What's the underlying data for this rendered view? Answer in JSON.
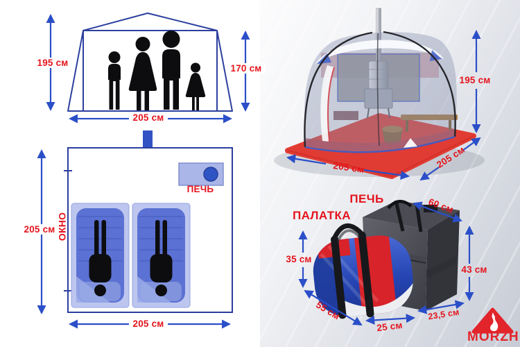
{
  "colors": {
    "accent_red": "#e4141d",
    "arrow_blue": "#2b4fc8",
    "outline_navy": "#2c3f9e",
    "skirt_red": "#e13c33",
    "logo_red": "#e2242b"
  },
  "front_view": {
    "height": "195 см",
    "inner_height": "170 см",
    "width": "205 см"
  },
  "floor_plan": {
    "side": "205 см",
    "width": "205 см",
    "window": "ОКНО",
    "stove": "ПЕЧЬ"
  },
  "tent_photo": {
    "height": "195 см",
    "width": "205 см",
    "depth": "205 см"
  },
  "bags": {
    "stove_title": "ПЕЧЬ",
    "tent_title": "ПАЛАТКА",
    "tent_bag": {
      "height": "35 см",
      "length": "55 см",
      "depth": "25 см"
    },
    "stove_bag": {
      "width": "60 см",
      "height": "43 см",
      "depth": "23,5 см"
    }
  },
  "brand": {
    "name": "MORZH"
  }
}
